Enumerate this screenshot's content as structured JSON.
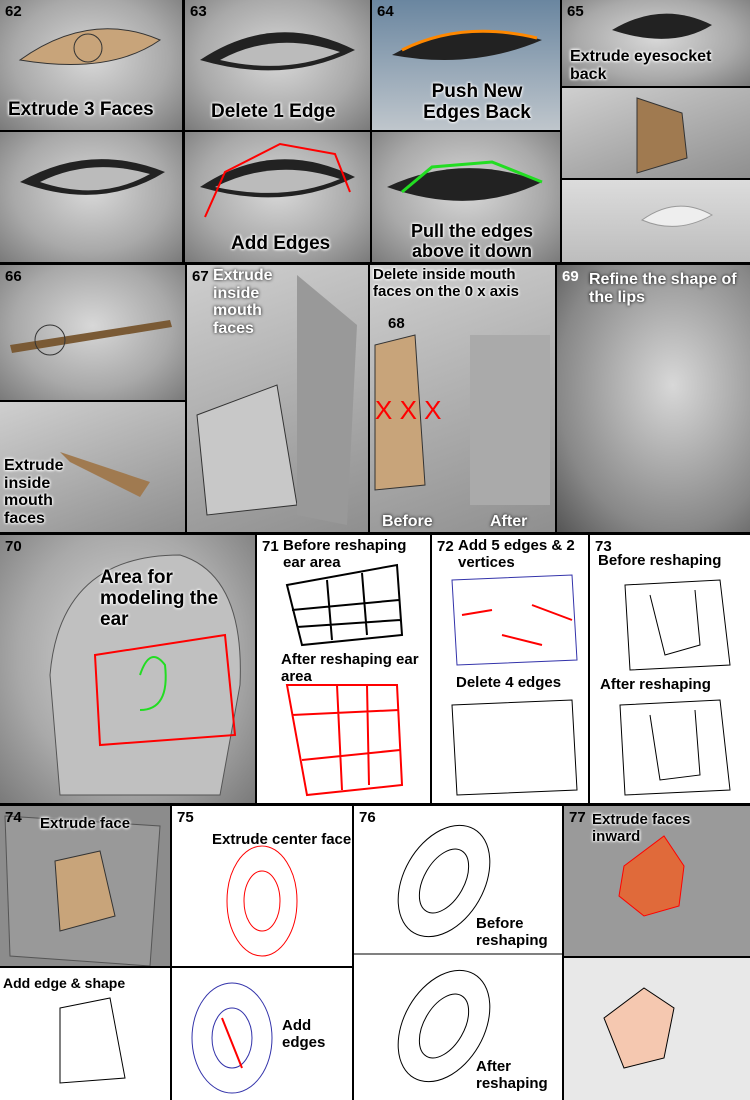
{
  "steps": {
    "s62": {
      "num": "62",
      "top": "Extrude 3 Faces"
    },
    "s63": {
      "num": "63",
      "top": "Delete 1 Edge",
      "bottom": "Add Edges"
    },
    "s64": {
      "num": "64",
      "top": "Push New Edges Back",
      "bottom": "Pull the edges above it down"
    },
    "s65": {
      "num": "65",
      "top": "Extrude eyesocket back"
    },
    "s66": {
      "num": "66",
      "bottom": "Extrude inside mouth faces"
    },
    "s67": {
      "num": "67",
      "top": "Extrude inside mouth faces"
    },
    "s68": {
      "num": "68",
      "top": "Delete inside mouth faces on the 0 x axis",
      "before": "Before",
      "after": "After",
      "marks": "X X X"
    },
    "s69": {
      "num": "69",
      "top": "Refine the shape of the lips"
    },
    "s70": {
      "num": "70",
      "top": "Area for modeling the ear"
    },
    "s71": {
      "num": "71",
      "top": "Before reshaping ear area",
      "bottom": "After reshaping ear area"
    },
    "s72": {
      "num": "72",
      "top": "Add 5 edges & 2 vertices",
      "bottom": "Delete 4 edges"
    },
    "s73": {
      "num": "73",
      "top": "Before reshaping",
      "bottom": "After reshaping"
    },
    "s74": {
      "num": "74",
      "top": "Extrude face",
      "bottom": "Add edge & shape"
    },
    "s75": {
      "num": "75",
      "top": "Extrude center face",
      "bottom": "Add edges"
    },
    "s76": {
      "num": "76",
      "top": "Before reshaping",
      "bottom": "After reshaping"
    },
    "s77": {
      "num": "77",
      "top": "Extrude faces inward"
    }
  },
  "colors": {
    "edge_red": "#ff0000",
    "edge_green": "#22dd22",
    "face_tan": "#c8a47a",
    "wire_blue": "#3333aa"
  }
}
